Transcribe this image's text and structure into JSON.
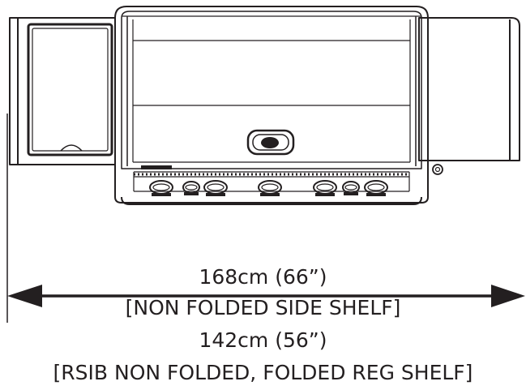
{
  "dimensions": {
    "non_folded_width": "168cm (66”)",
    "non_folded_caption": "[NON FOLDED SIDE SHELF]",
    "rsib_width": "142cm (56”)",
    "rsib_caption": "[RSIB NON FOLDED, FOLDED REG SHELF]"
  },
  "colors": {
    "line": "#231f20",
    "background": "#ffffff"
  }
}
